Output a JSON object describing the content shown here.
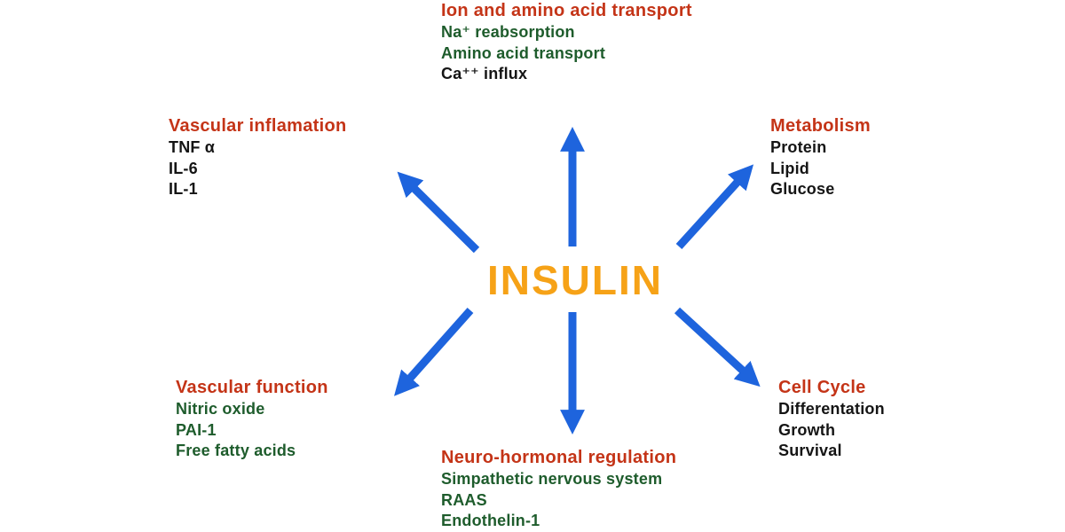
{
  "colors": {
    "heading": "#c43417",
    "green": "#1e5c2c",
    "black": "#151515",
    "arrow": "#1e64dd",
    "insulin": "#f6a217",
    "background": "#ffffff"
  },
  "center": {
    "label": "INSULIN"
  },
  "branches": {
    "top": {
      "title": "Ion and amino acid transport",
      "items": [
        {
          "text": "Na⁺ reabsorption",
          "tone": "green"
        },
        {
          "text": "Amino acid transport",
          "tone": "green"
        },
        {
          "text": "Ca⁺⁺ influx",
          "tone": "black"
        }
      ]
    },
    "top_left": {
      "title": "Vascular inflamation",
      "items": [
        {
          "text": "TNF α",
          "tone": "black"
        },
        {
          "text": "IL-6",
          "tone": "black"
        },
        {
          "text": "IL-1",
          "tone": "black"
        }
      ]
    },
    "top_right": {
      "title": "Metabolism",
      "items": [
        {
          "text": "Protein",
          "tone": "black"
        },
        {
          "text": "Lipid",
          "tone": "black"
        },
        {
          "text": "Glucose",
          "tone": "black"
        }
      ]
    },
    "bottom_left": {
      "title": "Vascular function",
      "items": [
        {
          "text": "Nitric oxide",
          "tone": "green"
        },
        {
          "text": "PAI-1",
          "tone": "green"
        },
        {
          "text": "Free fatty acids",
          "tone": "green"
        }
      ]
    },
    "bottom": {
      "title": "Neuro-hormonal regulation",
      "items": [
        {
          "text": "Simpathetic nervous system",
          "tone": "green"
        },
        {
          "text": "RAAS",
          "tone": "green"
        },
        {
          "text": "Endothelin-1",
          "tone": "green"
        }
      ]
    },
    "bottom_right": {
      "title": "Cell Cycle",
      "items": [
        {
          "text": "Differentation",
          "tone": "black"
        },
        {
          "text": "Growth",
          "tone": "black"
        },
        {
          "text": "Survival",
          "tone": "black"
        }
      ]
    }
  },
  "arrows": [
    "up",
    "up-left",
    "up-right",
    "down",
    "down-left",
    "down-right"
  ]
}
